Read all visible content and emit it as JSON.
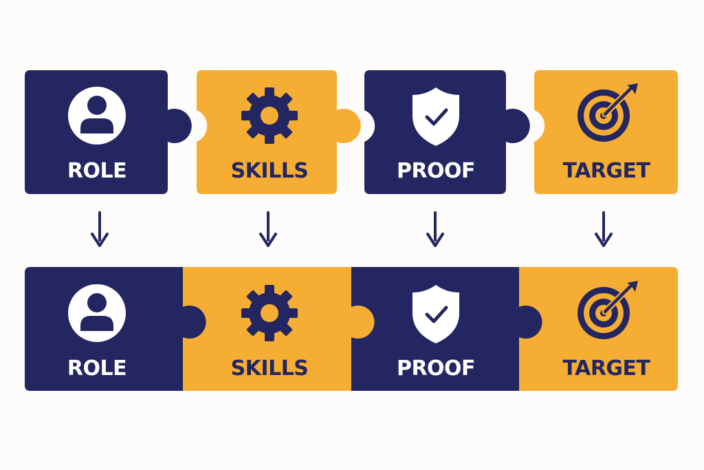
{
  "colors": {
    "navy": "#232661",
    "amber": "#f6ad33",
    "white": "#ffffff",
    "background": "#fdfcfa"
  },
  "rows": [
    {
      "name": "separate-pieces",
      "pieces": [
        {
          "label": "ROLE",
          "icon": "user-icon",
          "color": "navy"
        },
        {
          "label": "SKILLS",
          "icon": "gear-icon",
          "color": "amber"
        },
        {
          "label": "PROOF",
          "icon": "shield-check-icon",
          "color": "navy"
        },
        {
          "label": "TARGET",
          "icon": "target-icon",
          "color": "amber"
        }
      ]
    },
    {
      "name": "connected-pieces",
      "pieces": [
        {
          "label": "ROLE",
          "icon": "user-icon",
          "color": "navy"
        },
        {
          "label": "SKILLS",
          "icon": "gear-icon",
          "color": "amber"
        },
        {
          "label": "PROOF",
          "icon": "shield-check-icon",
          "color": "navy"
        },
        {
          "label": "TARGET",
          "icon": "target-icon",
          "color": "amber"
        }
      ]
    }
  ],
  "arrows": [
    {
      "icon": "arrow-down-icon"
    },
    {
      "icon": "arrow-down-icon"
    },
    {
      "icon": "arrow-down-icon"
    },
    {
      "icon": "arrow-down-icon"
    }
  ]
}
